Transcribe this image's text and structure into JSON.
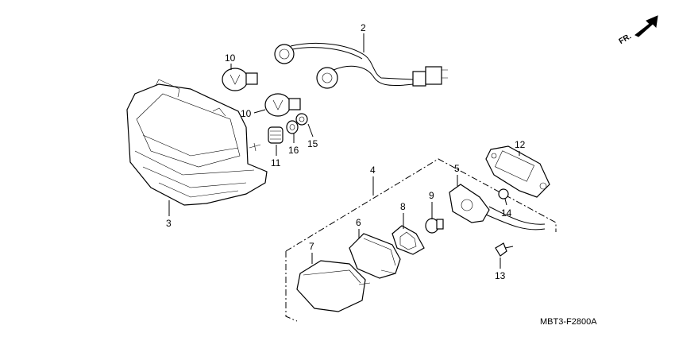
{
  "callouts": {
    "c2": "2",
    "c3": "3",
    "c4": "4",
    "c5": "5",
    "c6": "6",
    "c7": "7",
    "c8": "8",
    "c9": "9",
    "c10a": "10",
    "c10b": "10",
    "c11": "11",
    "c12": "12",
    "c13": "13",
    "c14": "14",
    "c15": "15",
    "c16": "16"
  },
  "direction_label": "FR.",
  "diagram_code": "MBT3-F2800A"
}
